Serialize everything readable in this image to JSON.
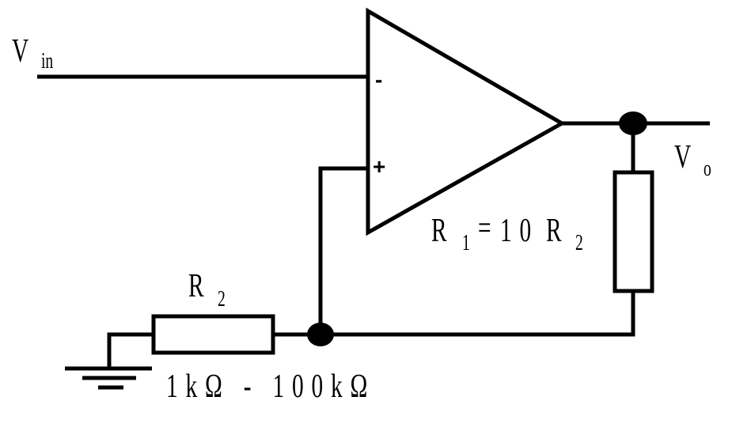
{
  "diagram": {
    "input_label": {
      "main": "V",
      "sub": "in"
    },
    "output_label": {
      "main": "V",
      "sub": "o"
    },
    "opamp": {
      "inverting": "-",
      "non_inverting": "+"
    },
    "r1_label": {
      "r": "R",
      "sub1": "1",
      "eq": "=",
      "coef": "10",
      "r2": "R",
      "sub2": "2"
    },
    "r2_label": {
      "main": "R",
      "sub": "2"
    },
    "range_label": "1kΩ - 100kΩ",
    "colors": {
      "ink": "#000000",
      "background": "#ffffff"
    }
  }
}
